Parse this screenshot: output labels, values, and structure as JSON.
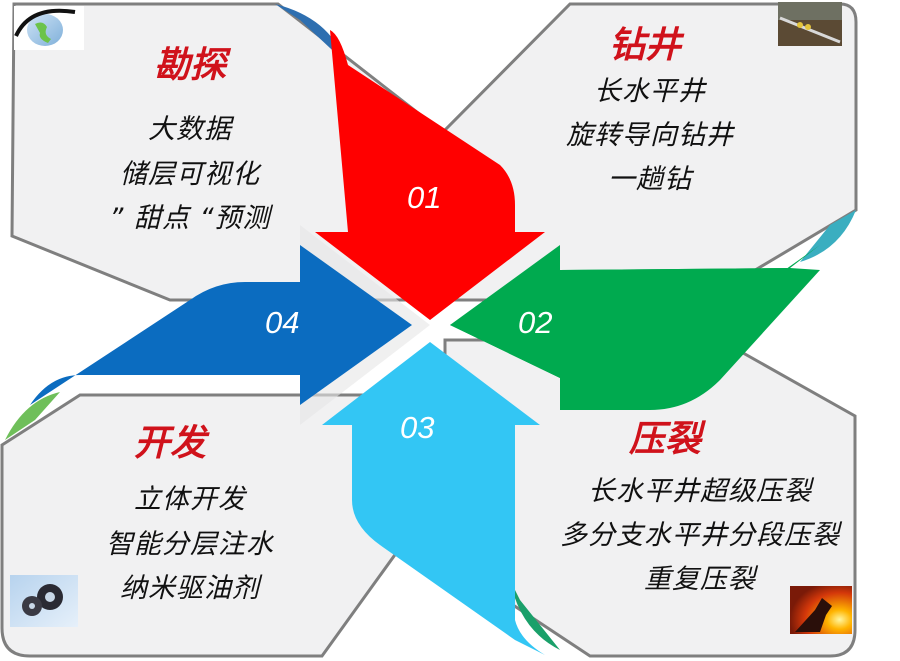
{
  "colors": {
    "card_fill": "#f1f1f2",
    "card_border": "#7f7f7f",
    "title_red": "#d0121b",
    "arrow_01": "#ff0000",
    "arrow_02": "#00aa4f",
    "arrow_03": "#33c6f4",
    "arrow_04": "#0b6cc0",
    "gap": "#e6e6e6"
  },
  "quadrants": [
    {
      "id": "exploration",
      "title": "勘探",
      "items": [
        "大数据",
        "储层可视化",
        "” 甜点 “预测"
      ],
      "arrow_number": "01",
      "image_icon": "eye-globe-icon"
    },
    {
      "id": "drilling",
      "title": "钻井",
      "items": [
        "长水平井",
        "旋转导向钻井",
        "一趟钻"
      ],
      "arrow_number": "02",
      "image_icon": "drill-pipe-photo-icon"
    },
    {
      "id": "fracturing",
      "title": "压裂",
      "items": [
        "长水平井超级压裂",
        "多分支水平井分段压裂",
        "重复压裂"
      ],
      "arrow_number": "03",
      "image_icon": "pumpjack-sunset-photo-icon"
    },
    {
      "id": "development",
      "title": "开发",
      "items": [
        "立体开发",
        "智能分层注水",
        "纳米驱油剂"
      ],
      "arrow_number": "04",
      "image_icon": "nano-particles-photo-icon"
    }
  ]
}
